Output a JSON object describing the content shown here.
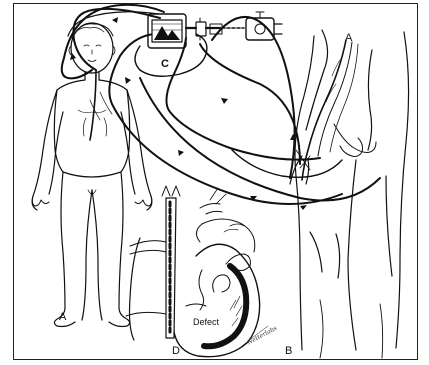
{
  "figure": {
    "labels": {
      "a_top": "A",
      "a_child": "A",
      "b": "B",
      "c": "C",
      "d": "D",
      "defect": "Defect"
    },
    "signature": "Netterlabs",
    "colors": {
      "ink": "#111111",
      "border": "#222222",
      "background": "#ffffff"
    }
  }
}
